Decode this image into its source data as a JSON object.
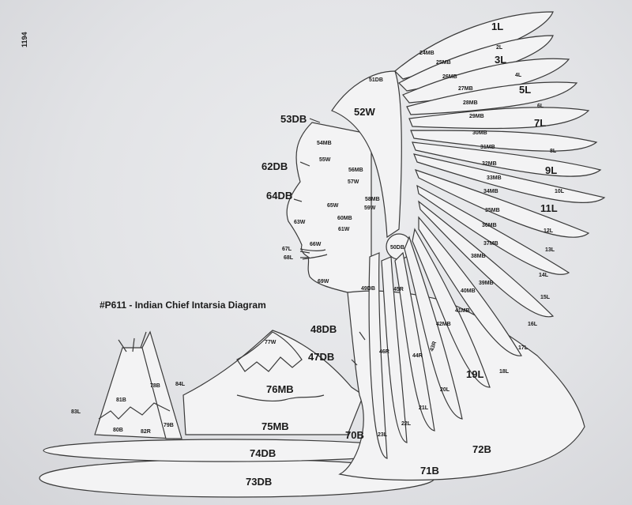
{
  "title": "#P611 - Indian Chief Intarsia Diagram",
  "corner_mark": "1194",
  "labels": {
    "p1L": "1L",
    "p2L": "2L",
    "p3L": "3L",
    "p4L": "4L",
    "p5L": "5L",
    "p6L": "6L",
    "p7L": "7L",
    "p8L": "8L",
    "p9L": "9L",
    "p10L": "10L",
    "p11L": "11L",
    "p12L": "12L",
    "p13L": "13L",
    "p14L": "14L",
    "p15L": "15L",
    "p16L": "16L",
    "p17L": "17L",
    "p18L": "18L",
    "p19L": "19L",
    "p20L": "20L",
    "p21L": "21L",
    "p22L": "22L",
    "p23L": "23L",
    "p24MB": "24MB",
    "p25MB": "25MB",
    "p26MB": "26MB",
    "p27MB": "27MB",
    "p28MB": "28MB",
    "p29MB": "29MB",
    "p30MB": "30MB",
    "p31MB": "31MB",
    "p32MB": "32MB",
    "p33MB": "33MB",
    "p34MB": "34MB",
    "p35MB": "35MB",
    "p36MB": "36MB",
    "p37MB": "37MB",
    "p38MB": "38MB",
    "p39MB": "39MB",
    "p40MB": "40MB",
    "p41MB": "41MB",
    "p42MB": "42MB",
    "p43R": "43R",
    "p44R": "44R",
    "p45R": "45R",
    "p46R": "46R",
    "p47DB": "47DB",
    "p48DB": "48DB",
    "p49DB": "49DB",
    "p50DB": "50DB",
    "p51DB": "51DB",
    "p52W": "52W",
    "p53DB": "53DB",
    "p54MB": "54MB",
    "p55W": "55W",
    "p56MB": "56MB",
    "p57W": "57W",
    "p58MB": "58MB",
    "p59W": "59W",
    "p60MB": "60MB",
    "p61W": "61W",
    "p62DB": "62DB",
    "p63W": "63W",
    "p64DB": "64DB",
    "p65W": "65W",
    "p66W": "66W",
    "p67L": "67L",
    "p68L": "68L",
    "p69W": "69W",
    "p70B": "70B",
    "p71B": "71B",
    "p72B": "72B",
    "p73DB": "73DB",
    "p74DB": "74DB",
    "p75MB": "75MB",
    "p76MB": "76MB",
    "p77W": "77W",
    "p78B": "78B",
    "p79B": "79B",
    "p80B": "80B",
    "p81B": "81B",
    "p82R": "82R",
    "p83L": "83L",
    "p84L": "84L"
  }
}
